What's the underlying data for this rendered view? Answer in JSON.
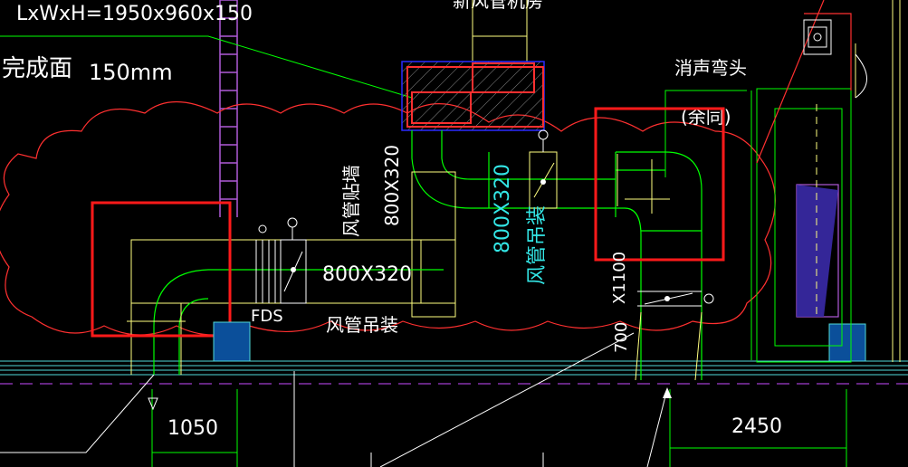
{
  "colors": {
    "background": "#000000",
    "hvac_yellow": "#ffff80",
    "hvac_green": "#00ff00",
    "note_white": "#ffffff",
    "cloud_red": "#ff3030",
    "highlight_red": "#ff1a1a",
    "label_cyan": "#33e6e6",
    "wall_purple": "#b05ad8",
    "equipment_blue": "#0b4f9a",
    "hatch_blue": "#2a2aff"
  },
  "labels": {
    "dimension_top": "LxWxH=1950x960x150",
    "finish_surface": "完成面",
    "finish_value": "150mm",
    "top_partial": "新风管机房",
    "muffler_elbow": "消声弯头",
    "muffler_elbow_note": "(余同)",
    "duct_wall_mount": "风管贴墙",
    "duct_wall_size": "800X320",
    "duct_size_center": "800X320",
    "duct_hang_center": "风管吊装",
    "duct_size_left": "800X320",
    "duct_hang_left": "风管吊装",
    "fds": "FDS",
    "duct_vertical": "X1100",
    "duct_vertical_2": "700",
    "dim_left": "1050",
    "dim_right": "2450"
  },
  "icons": [
    "damper-icon",
    "fire-damper-icon",
    "valve-icon",
    "electrical-panel-icon"
  ]
}
